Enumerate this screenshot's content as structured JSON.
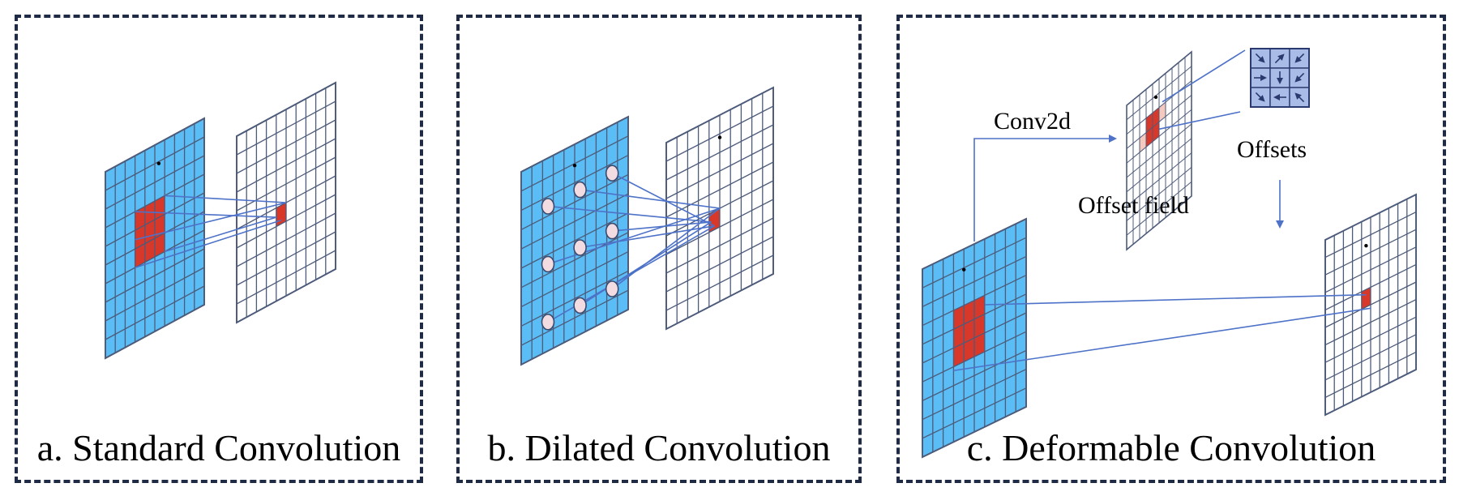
{
  "panels": [
    {
      "title": "a. Standard Convolution"
    },
    {
      "title": "b. Dilated Convolution"
    },
    {
      "title": "c. Deformable Convolution"
    }
  ],
  "labels": {
    "conv2d": "Conv2d",
    "offset_field": "Offset field",
    "offsets": "Offsets"
  },
  "colors": {
    "input_fill": "#5bbdf5",
    "grid_stroke": "#4d5b7a",
    "kernel": "#d8382a",
    "connector": "#4d72c8",
    "offset_cell": "#a9bce8",
    "border": "#1f2a44"
  },
  "offset_arrows": [
    "down-right",
    "up-right",
    "down-left",
    "right",
    "down",
    "down-left",
    "down-right",
    "left",
    "up-left"
  ]
}
